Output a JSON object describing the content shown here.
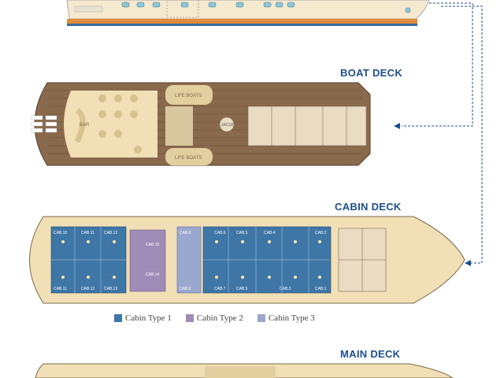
{
  "decks": {
    "boat": {
      "title": "BOAT DECK",
      "labels": {
        "bar": "BAR",
        "life_boats_top": "LIFE BOATS",
        "life_boats_bottom": "LIFE BOATS",
        "jacuzzi": "JACUZ"
      }
    },
    "cabin": {
      "title": "CABIN DECK",
      "cabins_top": [
        "CAB.10",
        "CAB.11",
        "CAB.12",
        "CAB.8",
        "CAB.6",
        "CAB.5",
        "CAB.4",
        "CAB.2"
      ],
      "cabins_bottom": [
        "CAB.11",
        "CAB.12",
        "CAB.13",
        "CAB.9",
        "CAB.7",
        "CAB.5",
        "CAB.3",
        "CAB.1"
      ],
      "cabins_mid": [
        "CAB.15",
        "CAB.14"
      ]
    },
    "main": {
      "title": "MAIN DECK"
    }
  },
  "legend": [
    {
      "label": "Cabin Type 1",
      "color": "#3e76a6"
    },
    {
      "label": "Cabin Type 2",
      "color": "#a08cb8"
    },
    {
      "label": "Cabin Type 3",
      "color": "#9aa7cf"
    }
  ],
  "colors": {
    "hull": "#f1dfb6",
    "deck": "#8a6a4c",
    "accent": "#1f4e8c",
    "arrow": "#1f4e8c"
  }
}
